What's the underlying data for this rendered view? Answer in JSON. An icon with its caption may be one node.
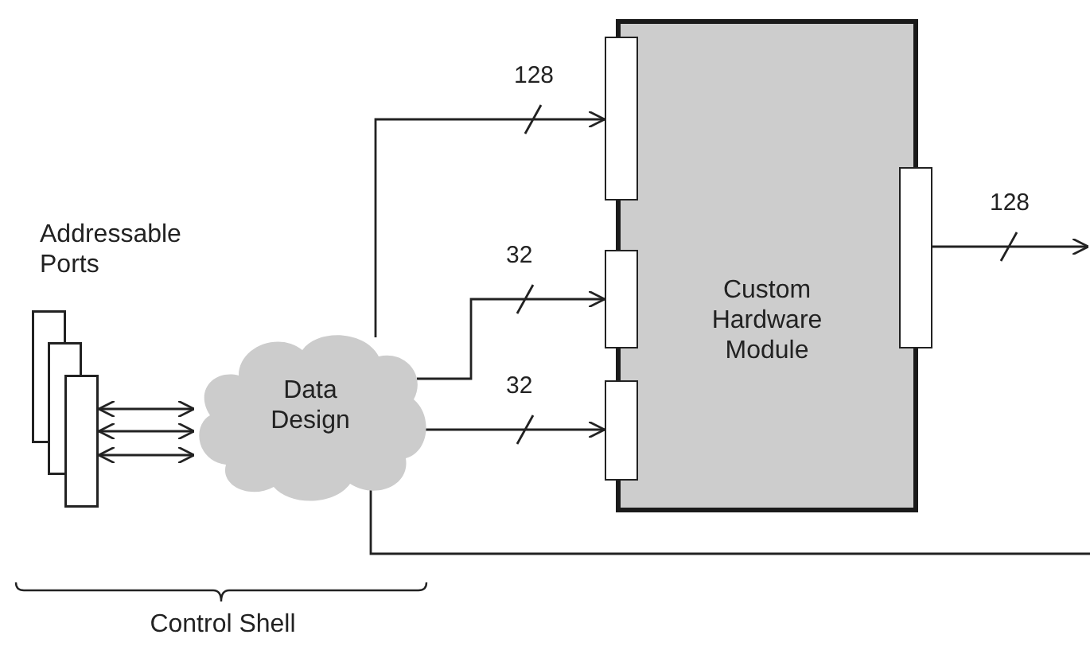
{
  "diagram": {
    "nodes": [
      {
        "text": [
          "Custom Hardware Module"
        ]
      },
      {
        "text": [],
        "shape": "box"
      },
      {
        "text": [],
        "shape": "box"
      },
      {
        "text": [],
        "shape": "box"
      },
      {
        "text": [],
        "shape": "box"
      },
      {
        "text": [],
        "shape": "box"
      },
      {
        "text": [
          "Data Design"
        ]
      }
    ],
    "edges": [
      {
        "from": 5,
        "to": 6,
        "arrow": "both"
      },
      {
        "from": 5,
        "to": 6,
        "arrow": "both"
      },
      {
        "from": 5,
        "to": 6,
        "arrow": "both"
      },
      {
        "from": 6,
        "to": 1,
        "arrow": "to",
        "label": "128"
      },
      {
        "from": 6,
        "to": 2,
        "arrow": "to",
        "label": "32"
      },
      {
        "from": 6,
        "to": 3,
        "arrow": "to",
        "label": "32"
      },
      {
        "from": 4,
        "to": null,
        "arrow": "to",
        "label": "128"
      },
      {
        "from": 6,
        "to": null,
        "arrow": "none"
      }
    ],
    "labels": [
      "Addressable Ports",
      "Control Shell"
    ]
  }
}
